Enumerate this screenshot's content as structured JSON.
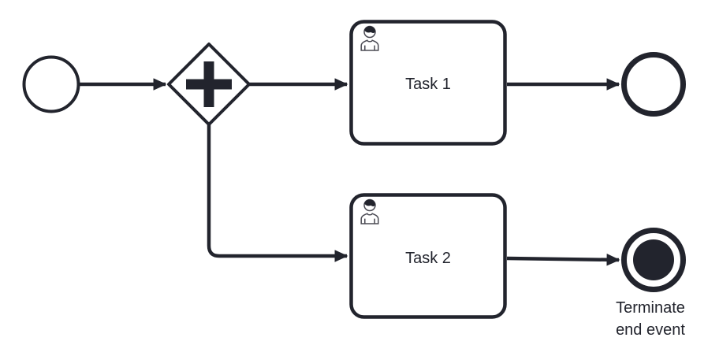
{
  "colors": {
    "stroke": "#22242d",
    "fill": "#ffffff",
    "icon_stroke": "#4b4b54",
    "background": "#ffffff"
  },
  "icons": {
    "task_marker": "user-icon"
  },
  "elements": {
    "start_event": {
      "type": "start-event"
    },
    "gateway": {
      "type": "parallel-gateway"
    },
    "task_1": {
      "type": "user-task",
      "label": "Task 1"
    },
    "task_2": {
      "type": "user-task",
      "label": "Task 2"
    },
    "end_event": {
      "type": "end-event"
    },
    "terminate_end_event": {
      "type": "terminate-end-event",
      "label": "Terminate end event",
      "label_lines": [
        "Terminate",
        "end event"
      ]
    }
  },
  "flows": [
    {
      "from": "start_event",
      "to": "gateway"
    },
    {
      "from": "gateway",
      "to": "task_1"
    },
    {
      "from": "gateway",
      "to": "task_2"
    },
    {
      "from": "task_1",
      "to": "end_event"
    },
    {
      "from": "task_2",
      "to": "terminate_end_event"
    }
  ]
}
